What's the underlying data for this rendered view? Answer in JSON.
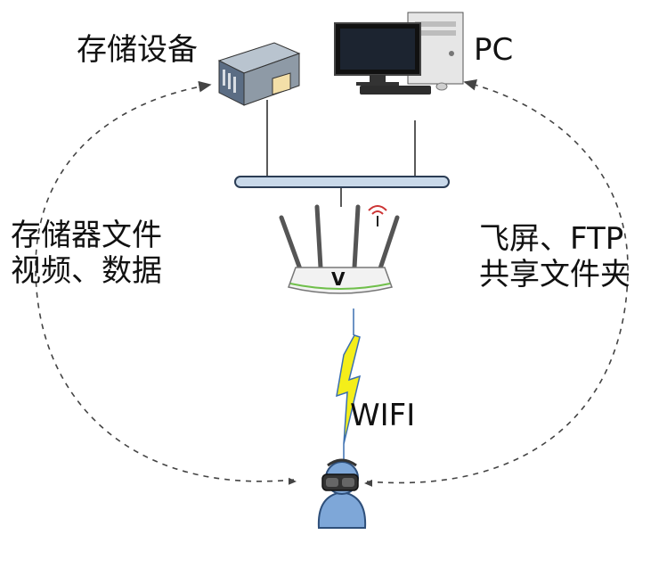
{
  "labels": {
    "storage": "存储设备",
    "pc": "PC",
    "left_line1": "存储器文件",
    "left_line2": "视频、数据",
    "right_line1": "飞屏、FTP",
    "right_line2": "共享文件夹",
    "wifi": "WIFI",
    "router_logo": "V"
  },
  "colors": {
    "bus_fill": "#c9d9ea",
    "bus_stroke": "#2b3d55",
    "lightning_fill": "#f4ee1a",
    "lightning_stroke": "#3b6fb0",
    "user_body": "#7ea7d8",
    "user_stroke": "#2e4f7a",
    "dashed_arrow": "#444444"
  },
  "icons": [
    "storage-device-icon",
    "desktop-pc-icon",
    "router-icon",
    "vr-user-icon",
    "lightning-icon"
  ]
}
